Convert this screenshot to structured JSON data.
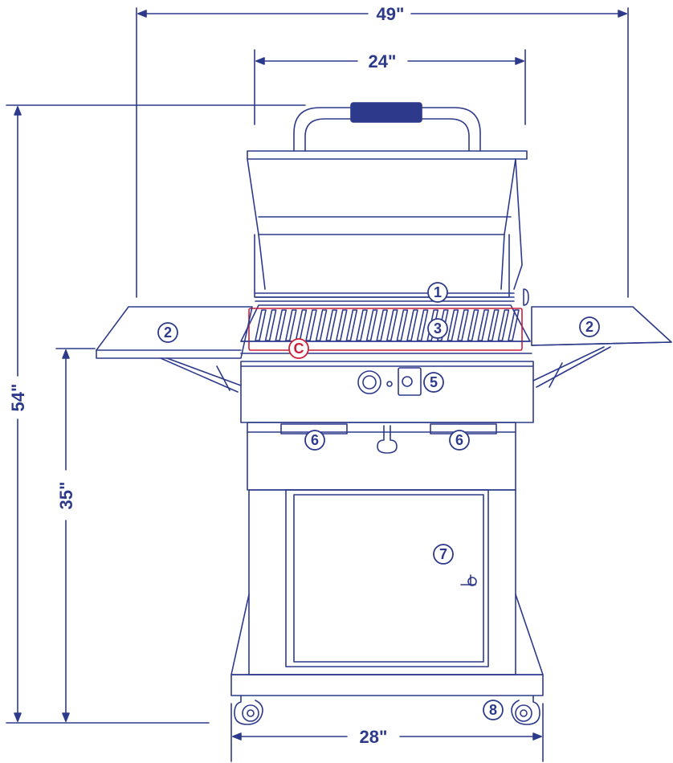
{
  "dimensions": {
    "overall_width": "49\"",
    "grill_width": "24\"",
    "overall_height": "54\"",
    "counter_height": "35\"",
    "cart_width": "28\""
  },
  "callouts": {
    "lid": "1",
    "side_shelf": "2",
    "cooking_grate": "3",
    "grate_area": "C",
    "control_knob": "5",
    "handles": "6",
    "cabinet_door": "7",
    "casters": "8"
  },
  "colors": {
    "line": "#2d3a8c",
    "accent_red": "#cc1f3a",
    "handle_fill": "#2d3a8c"
  }
}
